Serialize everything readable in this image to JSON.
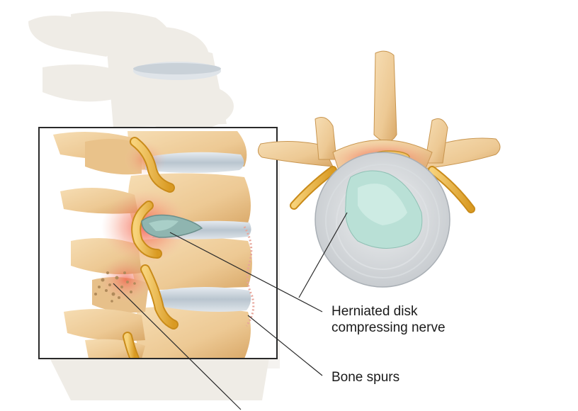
{
  "labels": {
    "herniated_line1": "Herniated disk",
    "herniated_line2": "compressing nerve",
    "bone_spurs": "Bone spurs"
  },
  "colors": {
    "bone": "#efcf9d",
    "bone_shadow": "#d8a96a",
    "disk": "#c9d3dc",
    "nerve": "#e8b43a",
    "inflammation": "#f06a5a",
    "nucleus": "#b9e0d6",
    "ghost_spine": "#eeeae4",
    "inset_border": "#2a2a2a"
  }
}
